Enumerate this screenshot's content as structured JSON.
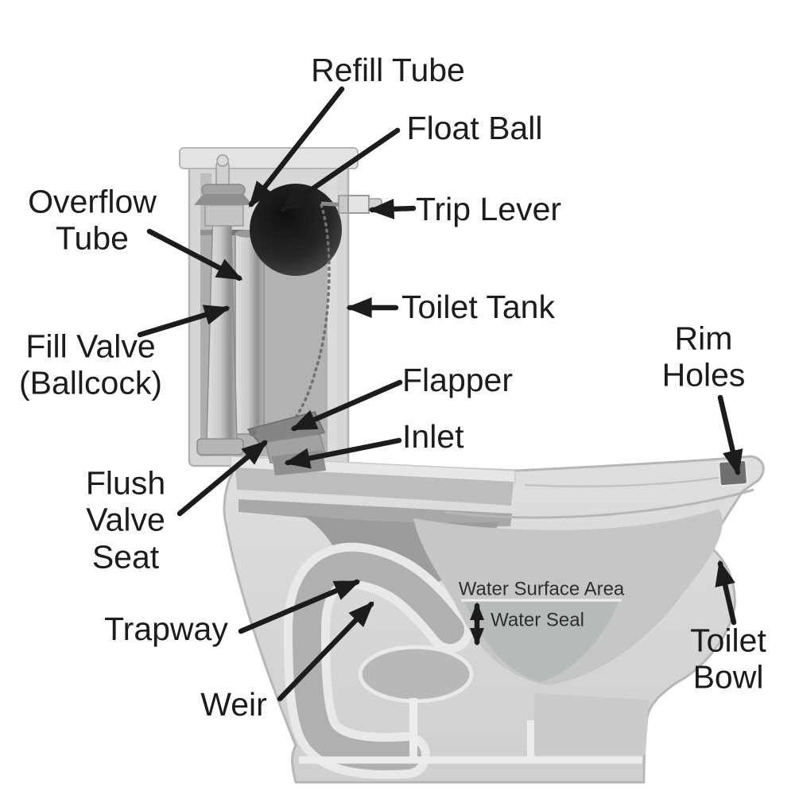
{
  "labels": {
    "refill_tube": "Refill Tube",
    "float_ball": "Float Ball",
    "trip_lever": "Trip Lever",
    "overflow_tube": "Overflow\nTube",
    "toilet_tank": "Toilet Tank",
    "fill_valve": "Fill Valve\n(Ballcock)",
    "flapper": "Flapper",
    "inlet": "Inlet",
    "flush_valve_seat": "Flush\nValve\nSeat",
    "rim_holes": "Rim\nHoles",
    "trapway": "Trapway",
    "weir": "Weir",
    "water_surface_area": "Water Surface Area",
    "water_seal": "Water Seal",
    "toilet_bowl": "Toilet\nBowl"
  },
  "colors": {
    "bg": "#ffffff",
    "ink": "#1c1c1c",
    "annotation": "#2e2e2e",
    "porcelain": "#d8d8d8",
    "porcelain-light": "#e9e9e9",
    "porcelain-mid": "#c6c6c6",
    "porcelain-dark": "#9c9c9c",
    "tank-water": "#b2b2b2",
    "bowl-water": "#b7bbb7",
    "float-ball": "#1f1f1f"
  }
}
